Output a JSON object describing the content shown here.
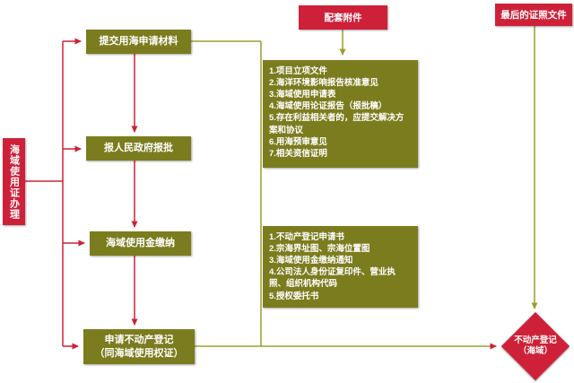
{
  "colors": {
    "box_olive": "#7b7c1e",
    "box_red": "#ce2139",
    "line_red": "#ce2139",
    "line_olive": "#9c9e2e",
    "background": "#ffffff"
  },
  "start": {
    "label": "海域使用证办理"
  },
  "steps": [
    {
      "label": "提交用海申请材料"
    },
    {
      "label": "报人民政府报批"
    },
    {
      "label": "海域使用金缴纳"
    },
    {
      "label": "申请不动产登记",
      "label2": "（同海域使用权证）"
    }
  ],
  "headers": {
    "attachments": "配套附件",
    "final_docs": "最后的证照文件"
  },
  "attachment_lists": [
    {
      "items": [
        "1.项目立项文件",
        "2.海洋环境影响报告核准意见",
        "3.海域使用申请表",
        "4.海域使用论证报告（报批稿）",
        "5.存在利益相关者的，应提交解决方案和协议",
        "6.用海预审意见",
        "7.相关资信证明"
      ]
    },
    {
      "items": [
        "1.不动产登记申请书",
        "2.宗海界址图、宗海位置图",
        "3.海域使用金缴纳通知",
        "4.公司法人身份证复印件、营业执照、组织机构代码",
        "5.授权委托书"
      ]
    }
  ],
  "end": {
    "label": "不动产登记",
    "label2": "（海域）"
  }
}
